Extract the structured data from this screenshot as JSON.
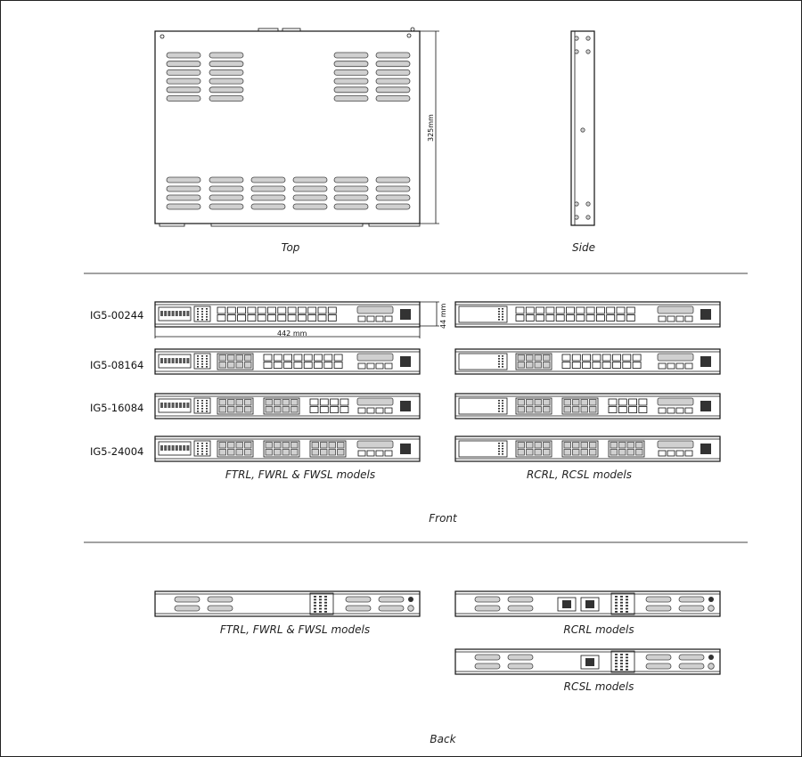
{
  "views": {
    "top": {
      "caption": "Top",
      "depth_label": "325mm"
    },
    "side": {
      "caption": "Side"
    },
    "front": {
      "caption": "Front",
      "width_label": "442 mm",
      "height_label": "44 mm",
      "models": [
        "IG5-00244",
        "IG5-08164",
        "IG5-16084",
        "IG5-24004"
      ],
      "left_caption": "FTRL, FWRL & FWSL models",
      "right_caption": "RCRL, RCSL models"
    },
    "back": {
      "caption": "Back",
      "ftrl_caption": "FTRL, FWRL & FWSL models",
      "rcrl_caption": "RCRL models",
      "rcsl_caption": "RCSL models"
    }
  },
  "port_config": [
    {
      "model": "IG5-00244",
      "rj45_blocks": 0,
      "single_ports": 24
    },
    {
      "model": "IG5-08164",
      "rj45_blocks": 1,
      "single_ports": 16
    },
    {
      "model": "IG5-16084",
      "rj45_blocks": 2,
      "single_ports": 8
    },
    {
      "model": "IG5-24004",
      "rj45_blocks": 3,
      "single_ports": 0
    }
  ]
}
